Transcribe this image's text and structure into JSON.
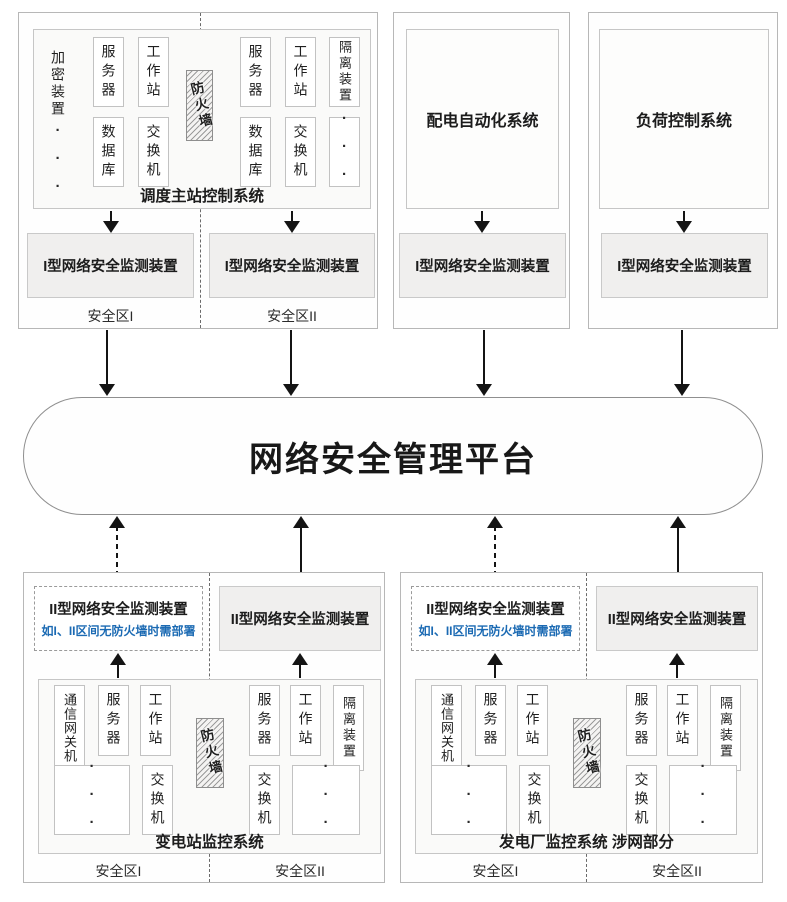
{
  "platform": {
    "label": "网络安全管理平台"
  },
  "devices": {
    "type1": "I型网络安全监测装置",
    "type2": "II型网络安全监测装置",
    "type2_note": "如I、II区间无防火墙时需部署"
  },
  "systems": {
    "dispatch": "调度主站控制系统",
    "distribution": "配电自动化系统",
    "load": "负荷控制系统",
    "substation": "变电站监控系统",
    "plant": "发电厂监控系统 涉网部分"
  },
  "components": {
    "encryption": "加密装置",
    "server": "服务器",
    "workstation": "工作站",
    "database": "数据库",
    "switch": "交换机",
    "firewall": "防火墙",
    "isolation": "隔离装置",
    "gateway": "通信网关机",
    "ellipsis": "···"
  },
  "zones": {
    "zone1": "安全区I",
    "zone2": "安全区II"
  },
  "colors": {
    "accent_blue": "#1b6ab3",
    "line_black": "#141414"
  }
}
